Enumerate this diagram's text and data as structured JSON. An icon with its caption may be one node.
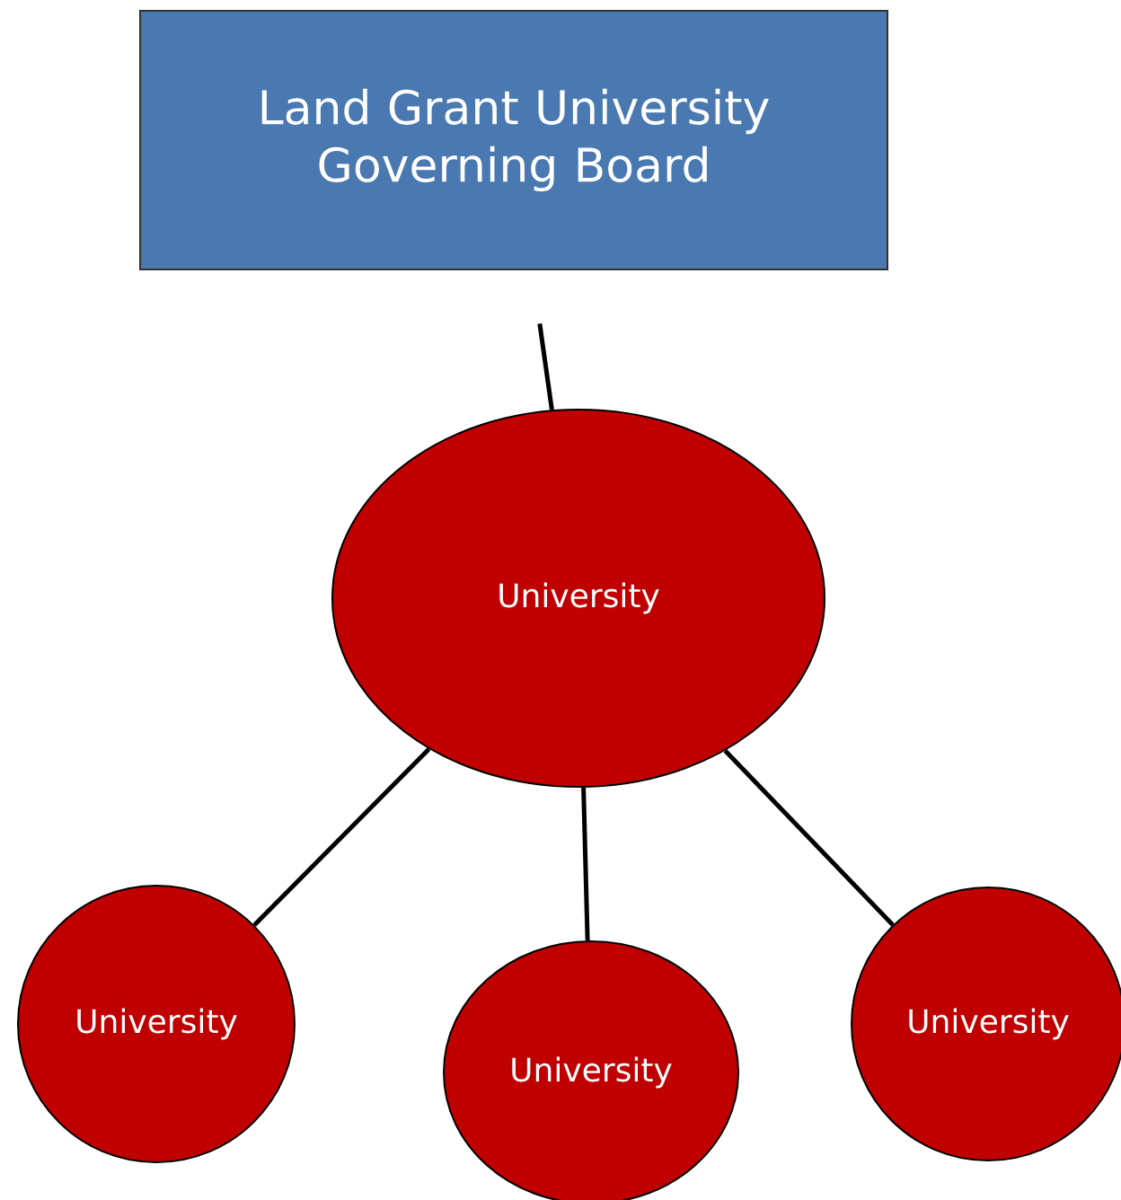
{
  "diagram": {
    "nodes": [
      {
        "text": [
          "Land Grant University Governing Board"
        ]
      },
      {
        "text": [
          "University"
        ]
      },
      {
        "text": [
          "University"
        ]
      },
      {
        "text": [
          "University"
        ]
      },
      {
        "text": [
          "University"
        ]
      }
    ],
    "edges": [
      {
        "from": 0,
        "to": 1,
        "arrow": "none"
      },
      {
        "from": 1,
        "to": 2,
        "arrow": "none"
      },
      {
        "from": 1,
        "to": 3,
        "arrow": "none"
      },
      {
        "from": 1,
        "to": 4,
        "arrow": "none"
      }
    ]
  }
}
